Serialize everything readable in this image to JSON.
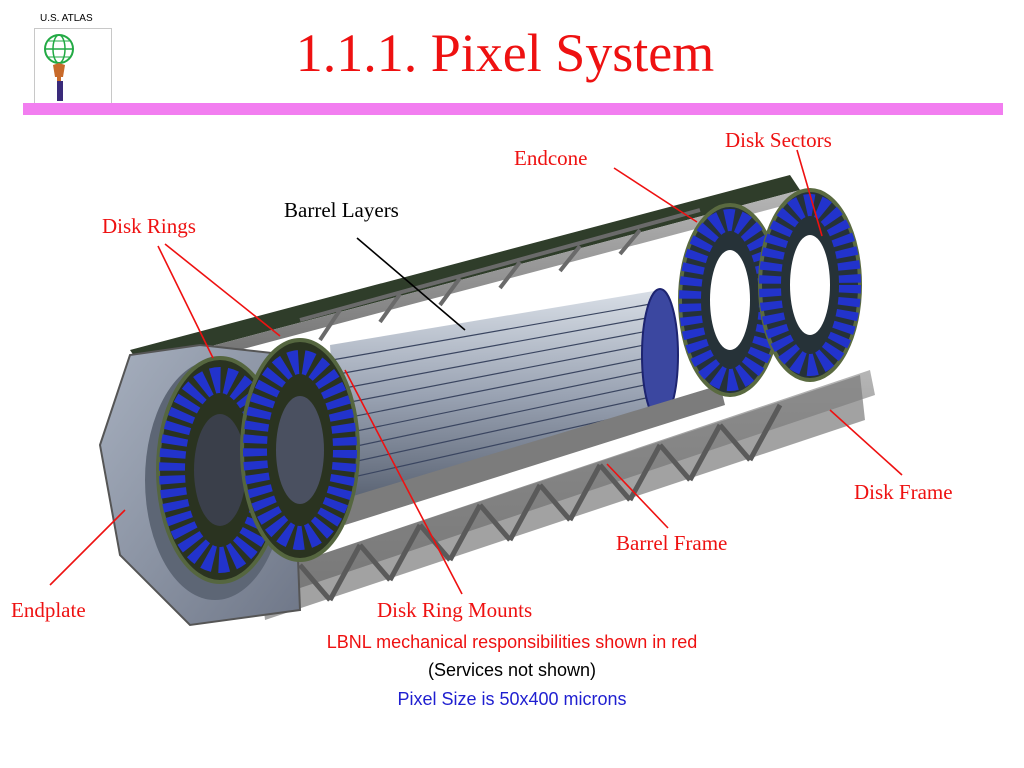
{
  "logo": {
    "text": "U.S. ATLAS"
  },
  "title": "1.1.1. Pixel System",
  "labels": {
    "disk_sectors": "Disk Sectors",
    "endcone": "Endcone",
    "barrel_layers": "Barrel Layers",
    "disk_rings": "Disk Rings",
    "disk_frame": "Disk Frame",
    "barrel_frame": "Barrel Frame",
    "endplate": "Endplate",
    "disk_ring_mounts": "Disk Ring Mounts"
  },
  "captions": {
    "responsibilities": "LBNL mechanical responsibilities shown in red",
    "services": "(Services not shown)",
    "pixel_size": "Pixel Size is 50x400 microns"
  },
  "colors": {
    "title": "#ee1111",
    "accent_bar": "#f27ef0",
    "label_red": "#ee1111",
    "caption_blue": "#1f1fd0",
    "frame_gray": "#8a8a8a",
    "sector_blue": "#2233cc"
  }
}
